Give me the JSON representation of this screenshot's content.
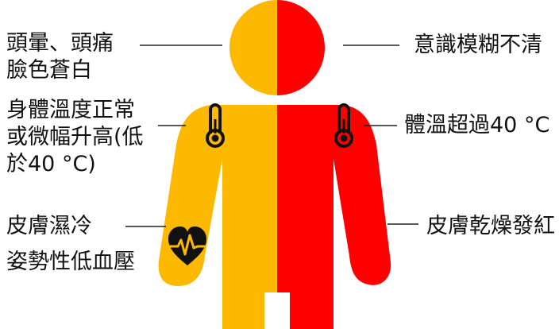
{
  "colors": {
    "left_half": "#FDB900",
    "right_half": "#FF0000",
    "ink": "#111111"
  },
  "icons": [
    "thermometer-icon",
    "thermometer-icon",
    "heart-pulse-icon"
  ],
  "left_labels": {
    "head": [
      "頭暈、頭痛",
      "臉色蒼白"
    ],
    "shoulder": [
      "身體溫度正常",
      "或微幅升高(低",
      "於40 °C)"
    ],
    "arm_1": "皮膚濕冷",
    "arm_2": "姿勢性低血壓"
  },
  "right_labels": {
    "head": "意識模糊不清",
    "shoulder": "體溫超過40 °C",
    "arm": "皮膚乾燥發紅"
  }
}
